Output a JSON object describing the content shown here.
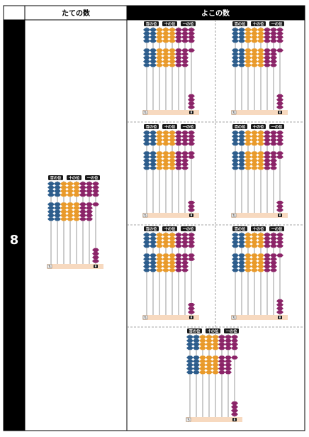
{
  "header": {
    "vertical_label": "たての数",
    "horizontal_label": "よこの数"
  },
  "row_number": "8",
  "abacus_labels": {
    "hundreds": "百の位",
    "tens": "十の位",
    "ones": "一の位"
  },
  "corner_icon": "ち",
  "dot_value": "8",
  "colors": {
    "hundreds": "#2d5d8c",
    "tens": "#e99a2a",
    "ones": "#8b2468",
    "frame": "#f7d9bf",
    "header_dark": "#1a1a1a",
    "header_light": "#ffffff"
  },
  "left_abacus": {
    "ones_lower_pulled_out": 4
  },
  "right_abaci": [
    {
      "ones_lower_pulled_out": 4
    },
    {
      "ones_lower_pulled_out": 4
    },
    {
      "ones_lower_pulled_out": 3
    },
    {
      "ones_lower_pulled_out": 3
    },
    {
      "ones_lower_pulled_out": 3
    },
    {
      "ones_lower_pulled_out": 4
    },
    {
      "ones_lower_pulled_out": 4
    }
  ]
}
